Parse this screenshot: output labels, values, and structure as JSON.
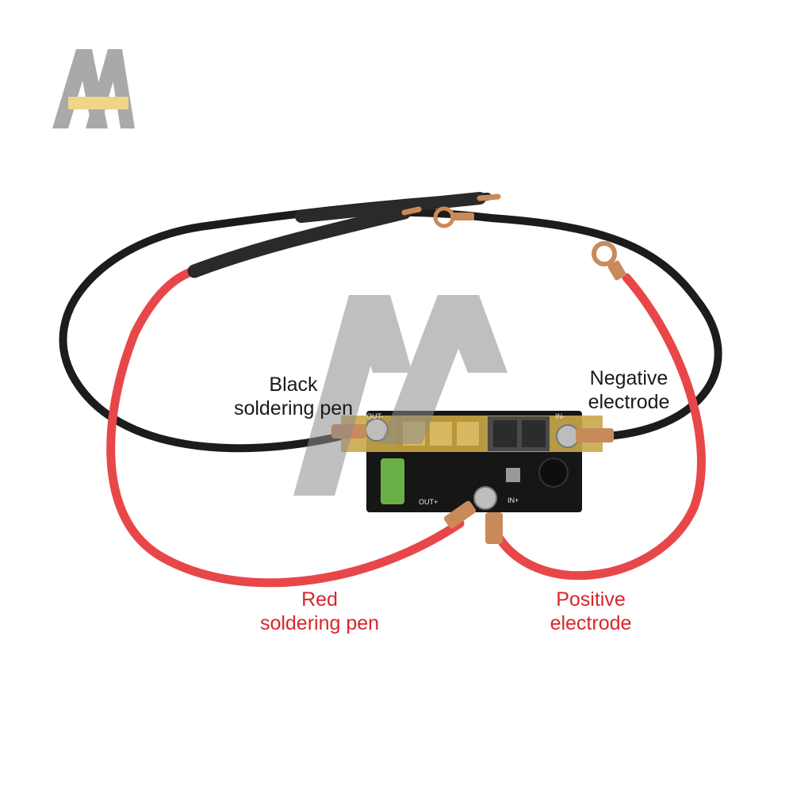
{
  "labels": {
    "black_pen": {
      "line1": "Black",
      "line2": "soldering pen",
      "color": "#1a1a1a"
    },
    "negative_electrode": {
      "line1": "Negative",
      "line2": "electrode",
      "color": "#1a1a1a"
    },
    "red_pen": {
      "line1": "Red",
      "line2": "soldering pen",
      "color": "#d9262c"
    },
    "positive_electrode": {
      "line1": "Positive",
      "line2": "electrode",
      "color": "#d9262c"
    }
  },
  "board": {
    "silkscreen": {
      "out_minus": "OUT-",
      "out_plus": "OUT+",
      "in_minus": "IN-",
      "in_plus": "IN+"
    }
  },
  "colors": {
    "black_cable": "#1c1c1c",
    "red_cable": "#e8474a",
    "copper": "#c98a5a",
    "pcb": "#161616",
    "watermark": "#9a9a9a",
    "logo_bar": "#f1d48a"
  },
  "icons": {
    "logo": "aa-logo-icon",
    "watermark": "aa-watermark-icon"
  }
}
